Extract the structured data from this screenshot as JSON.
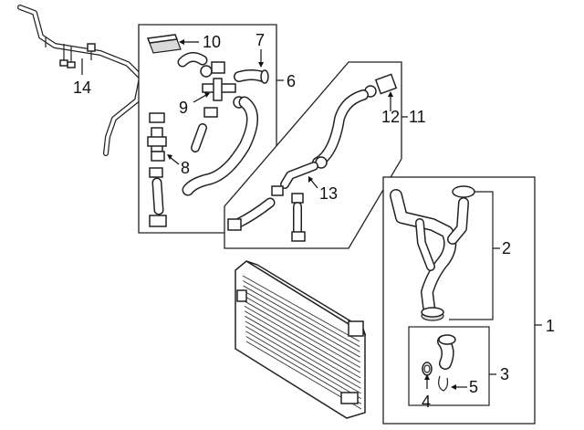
{
  "callouts": {
    "c1": "1",
    "c2": "2",
    "c3": "3",
    "c4": "4",
    "c5": "5",
    "c6": "6",
    "c7": "7",
    "c8": "8",
    "c9": "9",
    "c10": "10",
    "c11": "11",
    "c12": "12",
    "c13": "13",
    "c14": "14"
  },
  "colors": {
    "line": "#222222",
    "background": "#ffffff"
  }
}
